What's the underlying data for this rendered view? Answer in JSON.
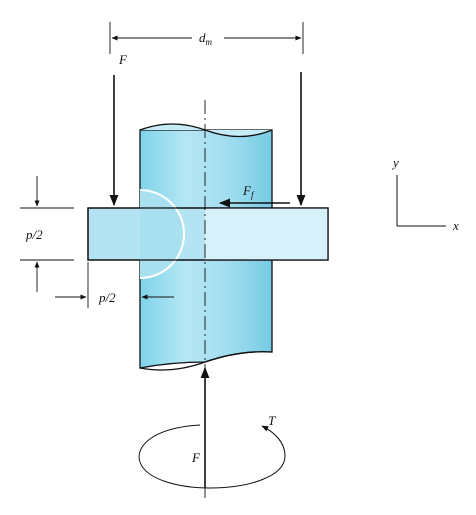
{
  "labels": {
    "mean_diameter": "d",
    "mean_diameter_sub": "m",
    "force_top": "F",
    "force_bottom": "F",
    "friction_force": "F",
    "friction_force_sub": "f",
    "pitch_half_left": "p/2",
    "pitch_half_bottom": "p/2",
    "torque": "T",
    "axis_y": "y",
    "axis_x": "x"
  },
  "colors": {
    "cylinder_fill": "#a8e0f0",
    "cylinder_top": "#c6ecf7",
    "thread_fill": "#b4e4f3",
    "line": "#111111"
  }
}
